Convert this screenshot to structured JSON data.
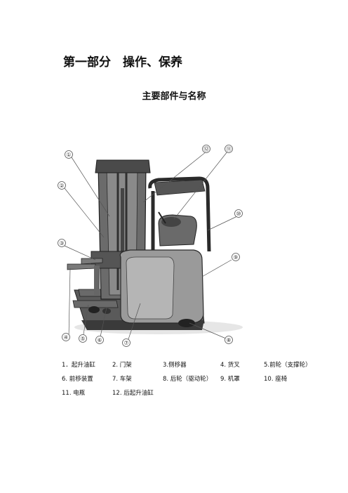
{
  "heading": {
    "part": "第一部分　操作、保养",
    "section": "主要部件与名称"
  },
  "callouts": [
    "①",
    "②",
    "③",
    "④",
    "⑤",
    "⑥",
    "⑦",
    "⑧",
    "⑨",
    "⑩",
    "⑪",
    "⑫"
  ],
  "legend": {
    "rows": [
      [
        "1．起升油缸",
        "2. 门架",
        "3.侧移器",
        "4. 货叉",
        "5.前轮（支撑轮）"
      ],
      [
        "6. 前移装置",
        "7. 车架",
        "8. 后轮（驱动轮）",
        "9. 机罩",
        "10. 座椅"
      ],
      [
        "11. 电瓶",
        "12. 后起升油缸"
      ]
    ]
  }
}
